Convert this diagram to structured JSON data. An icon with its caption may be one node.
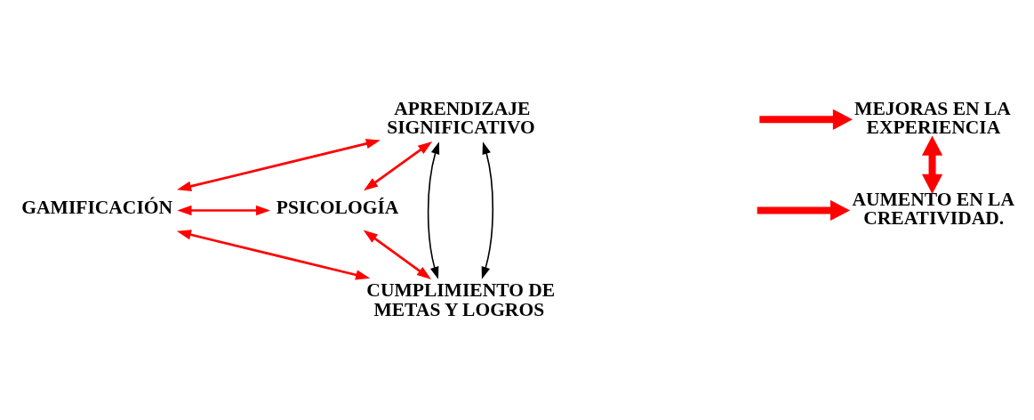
{
  "diagram": {
    "nodes": [
      {
        "text": [
          "APRENDIZAJE SIGNIFICATIVO"
        ]
      },
      {
        "text": [
          "GAMIFICACIÓN"
        ]
      },
      {
        "text": [
          "PSICOLOGÍA"
        ]
      },
      {
        "text": [
          "CUMPLIMIENTO DE METAS Y LOGROS"
        ]
      },
      {
        "text": [
          "MEJORAS EN LA EXPERIENCIA"
        ]
      },
      {
        "text": [
          "AUMENTO EN LA CREATIVIDAD."
        ]
      }
    ],
    "edges": [
      {
        "from": 0,
        "to": 3,
        "arrow": "both",
        "color": "#000000"
      },
      {
        "from": 0,
        "to": 3,
        "arrow": "both",
        "color": "#000000"
      },
      {
        "from": 0,
        "to": 1,
        "arrow": "both"
      },
      {
        "from": 0,
        "to": 2,
        "arrow": "both"
      },
      {
        "from": 1,
        "to": 2,
        "arrow": "both"
      },
      {
        "from": 1,
        "to": 3,
        "arrow": "both"
      },
      {
        "from": 2,
        "to": 3,
        "arrow": "both"
      },
      {
        "from": null,
        "to": 4,
        "arrow": "to",
        "style": "thick"
      },
      {
        "from": null,
        "to": 5,
        "arrow": "to",
        "style": "thick"
      },
      {
        "from": 4,
        "to": 5,
        "arrow": "both",
        "style": "thick"
      }
    ]
  }
}
